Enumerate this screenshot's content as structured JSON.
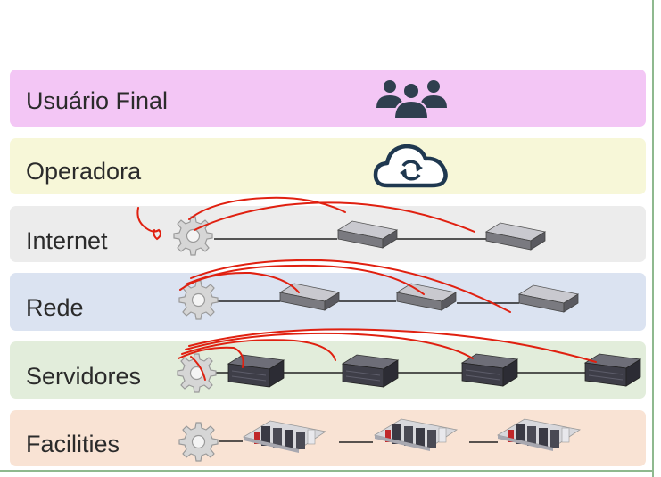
{
  "layers": [
    {
      "label": "Usuário Final",
      "color": "#f3c6f5",
      "icon": "users-icon"
    },
    {
      "label": "Operadora",
      "color": "#f7f7d8",
      "icon": "cloud-sync-icon"
    },
    {
      "label": "Internet",
      "color": "#ececec",
      "icon": "gear-icon"
    },
    {
      "label": "Rede",
      "color": "#dbe3f1",
      "icon": "gear-icon"
    },
    {
      "label": "Servidores",
      "color": "#e2eddb",
      "icon": "gear-icon"
    },
    {
      "label": "Facilities",
      "color": "#f9e3d4",
      "icon": "gear-icon"
    }
  ],
  "annotation_color": "#e02010",
  "frame_color": "#8fb98f"
}
